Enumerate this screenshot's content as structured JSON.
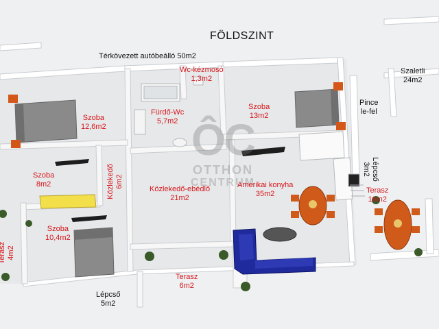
{
  "title": "FÖLDSZINT",
  "parking": "Térkövezett autóbeálló 50m2",
  "rooms": {
    "wc_label": "Wc-kézmosó",
    "wc_area": "1,3m2",
    "bath_label": "Fürdő-Wc",
    "bath_area": "5,7m2",
    "bed_tl_label": "Szoba",
    "bed_tl_area": "12,6m2",
    "bed_tr_label": "Szoba",
    "bed_tr_area": "13m2",
    "bed_ml_label": "Szoba",
    "bed_ml_area": "8m2",
    "corr_small_label": "Közlekedő",
    "corr_small_area": "6m2",
    "corr_din_label": "Közlekedő-ebédlő",
    "corr_din_area": "21m2",
    "kitchen_label": "Amerikai konyha",
    "kitchen_area": "35m2",
    "bed_bl_label": "Szoba",
    "bed_bl_area": "10,4m2",
    "ter_left_label": "Terasz",
    "ter_left_area": "4m2",
    "ter_bottom_label": "Terasz",
    "ter_bottom_area": "6m2",
    "ter_right_label": "Terasz",
    "ter_right_area": "16m2",
    "stair_right_label": "Lépcső",
    "stair_right_area": "3m2"
  },
  "outside": {
    "szaletli_label": "Szaletli",
    "szaletli_area": "24m2",
    "pince_label": "Pince",
    "pince_sub": "le-fel",
    "stair_out_label": "Lépcső",
    "stair_out_area": "5m2"
  },
  "watermark": {
    "logo": "ÔC",
    "line1": "OTTHON",
    "line2": "CENTRUM"
  },
  "colors": {
    "room_label": "#d8161b",
    "outside_label": "#111111",
    "sofa": "#1f2a9c",
    "table": "#d05a1a",
    "bed_gray": "#8a8a8a",
    "wall": "#ffffff",
    "floor": "#eaecee"
  }
}
